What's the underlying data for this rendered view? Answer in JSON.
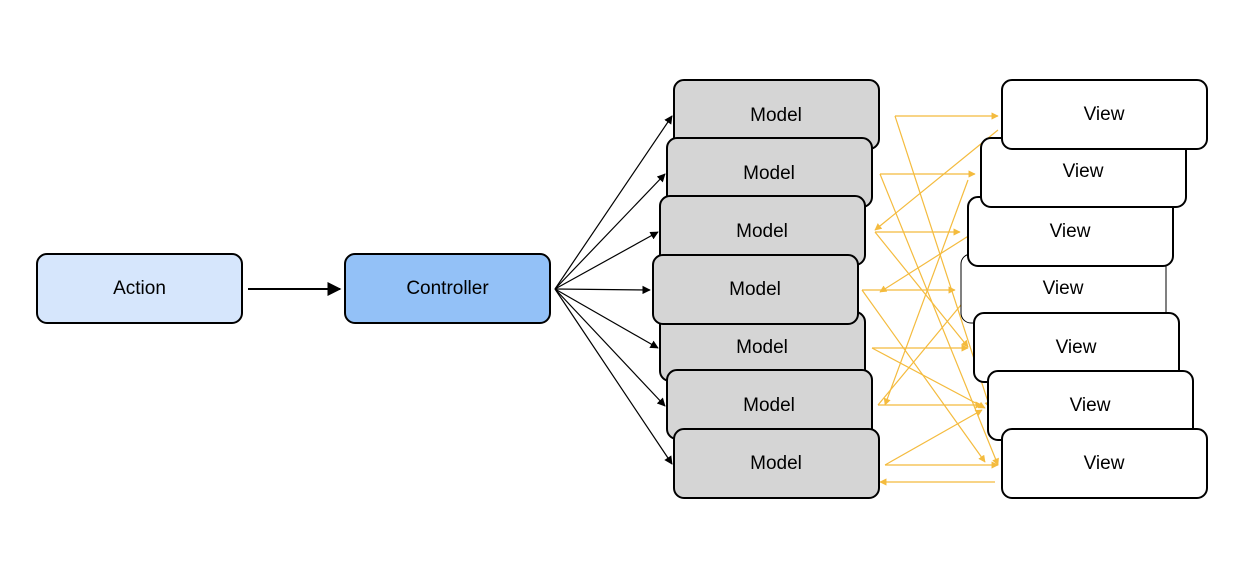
{
  "colors": {
    "action_fill": "#d6e6fc",
    "controller_fill": "#93c1f7",
    "model_fill": "#d5d5d5",
    "view_fill": "#ffffff",
    "black_arrow": "#000000",
    "orange_arrow": "#f4bb3e"
  },
  "nodes": {
    "action": {
      "label": "Action"
    },
    "controller": {
      "label": "Controller"
    },
    "models": [
      {
        "label": "Model"
      },
      {
        "label": "Model"
      },
      {
        "label": "Model"
      },
      {
        "label": "Model"
      },
      {
        "label": "Model"
      },
      {
        "label": "Model"
      },
      {
        "label": "Model"
      }
    ],
    "views": [
      {
        "label": "View"
      },
      {
        "label": "View"
      },
      {
        "label": "View"
      },
      {
        "label": "View"
      },
      {
        "label": "View"
      },
      {
        "label": "View"
      },
      {
        "label": "View"
      }
    ]
  },
  "edges": {
    "action_to_controller": 1,
    "controller_to_models": 7,
    "model_view_links": 18
  }
}
